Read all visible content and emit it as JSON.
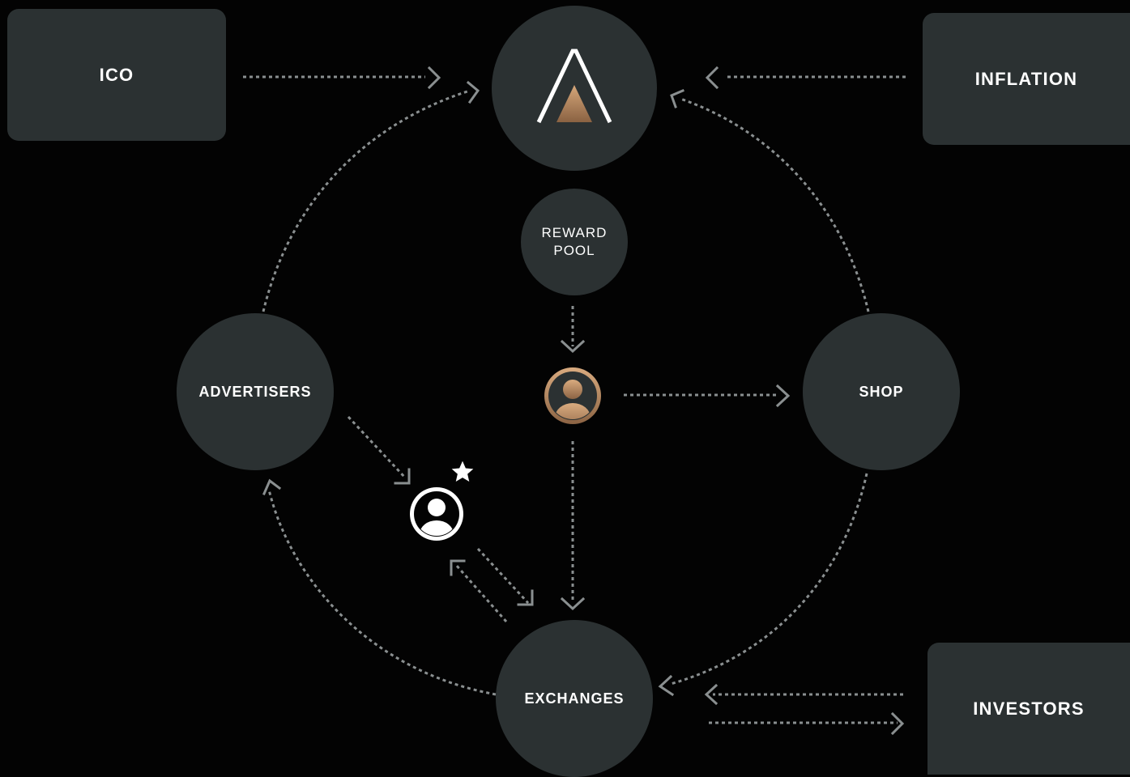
{
  "boxes": {
    "ico": "ICO",
    "inflation": "INFLATION",
    "investors": "INVESTORS"
  },
  "nodes": {
    "reward_pool": "REWARD\nPOOL",
    "advertisers": "ADVERTISERS",
    "shop": "SHOP",
    "exchanges": "EXCHANGES"
  },
  "colors": {
    "background": "#030303",
    "node": "#2b3132",
    "accent_bronze": "#c08f63",
    "arrow": "#8a8f90"
  },
  "icons": [
    "logo-a-icon",
    "bronze-user-icon",
    "white-user-icon",
    "star-icon"
  ]
}
